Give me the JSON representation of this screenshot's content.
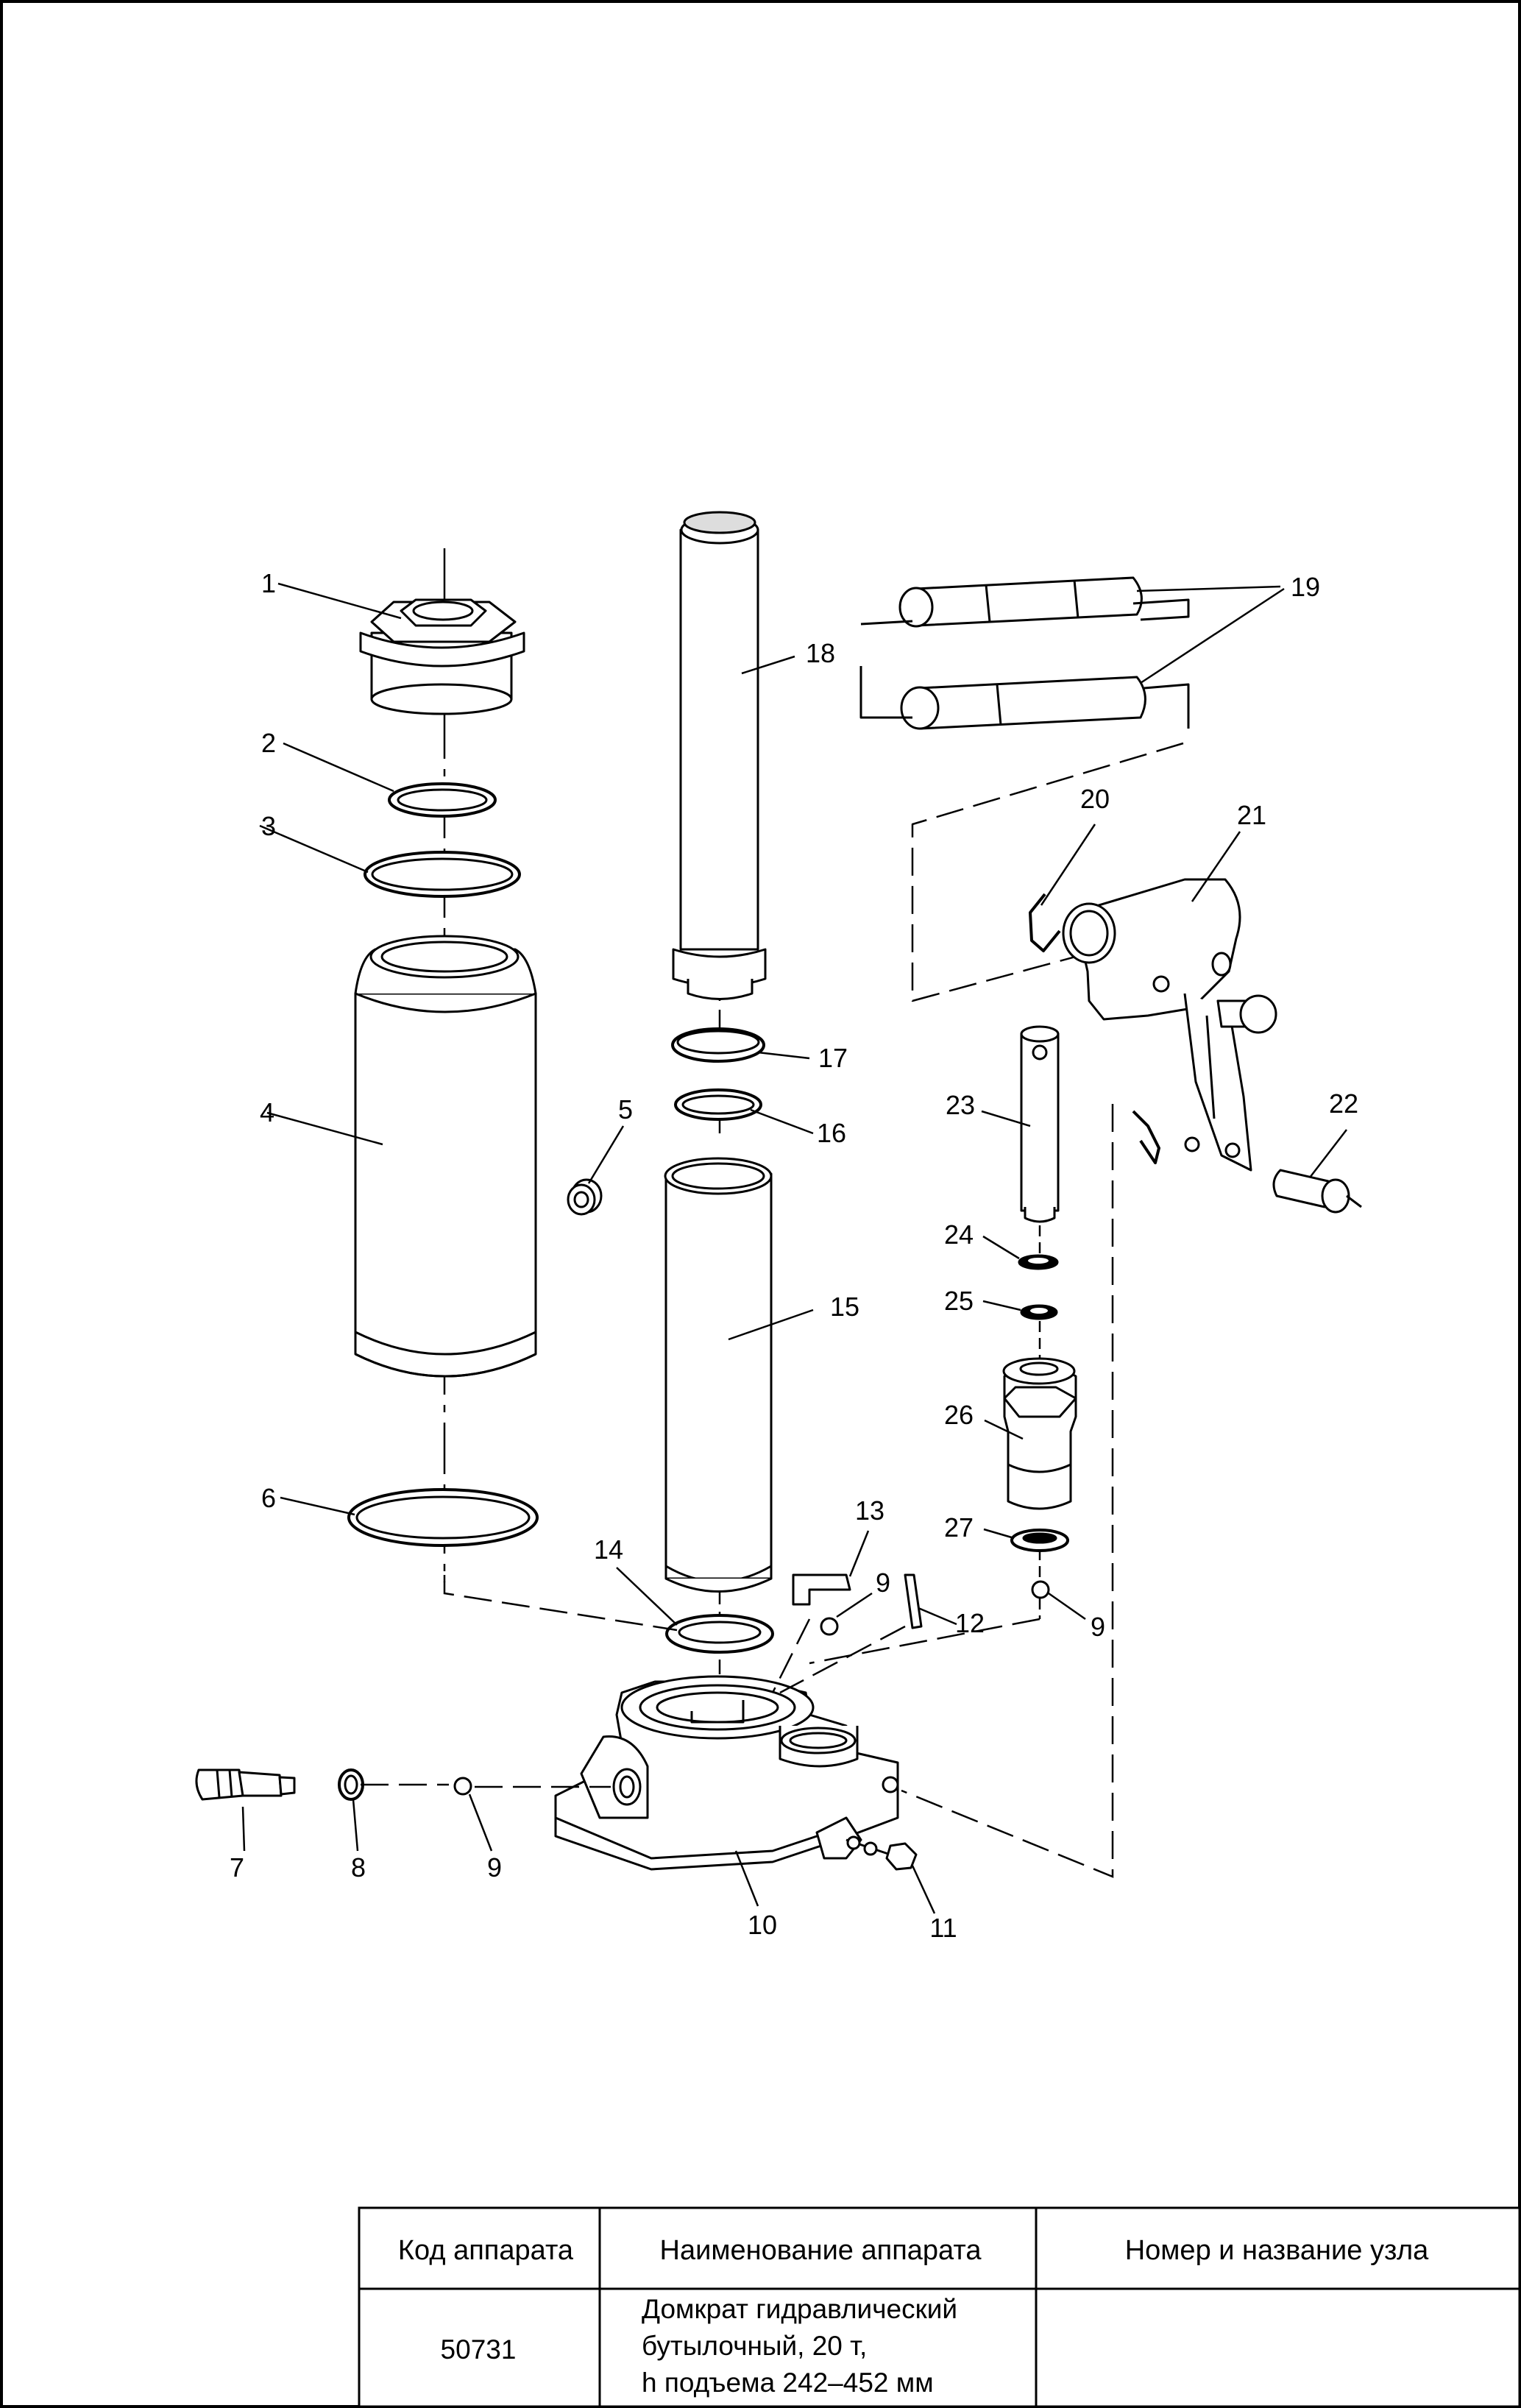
{
  "parts": [
    {
      "num": "1"
    },
    {
      "num": "2"
    },
    {
      "num": "3"
    },
    {
      "num": "4"
    },
    {
      "num": "5"
    },
    {
      "num": "6"
    },
    {
      "num": "7"
    },
    {
      "num": "8"
    },
    {
      "num": "9"
    },
    {
      "num": "10"
    },
    {
      "num": "11"
    },
    {
      "num": "12"
    },
    {
      "num": "13"
    },
    {
      "num": "14"
    },
    {
      "num": "15"
    },
    {
      "num": "16"
    },
    {
      "num": "17"
    },
    {
      "num": "18"
    },
    {
      "num": "19"
    },
    {
      "num": "20"
    },
    {
      "num": "21"
    },
    {
      "num": "22"
    },
    {
      "num": "23"
    },
    {
      "num": "24"
    },
    {
      "num": "25"
    },
    {
      "num": "26"
    },
    {
      "num": "27"
    }
  ],
  "title_block": {
    "headers": [
      "Код аппарата",
      "Наименование аппарата",
      "Номер и название узла"
    ],
    "code": "50731",
    "name_lines": [
      "Домкрат гидравлический",
      "бутылочный, 20 т,",
      "h подъема 242–452 мм"
    ],
    "assembly": ""
  }
}
